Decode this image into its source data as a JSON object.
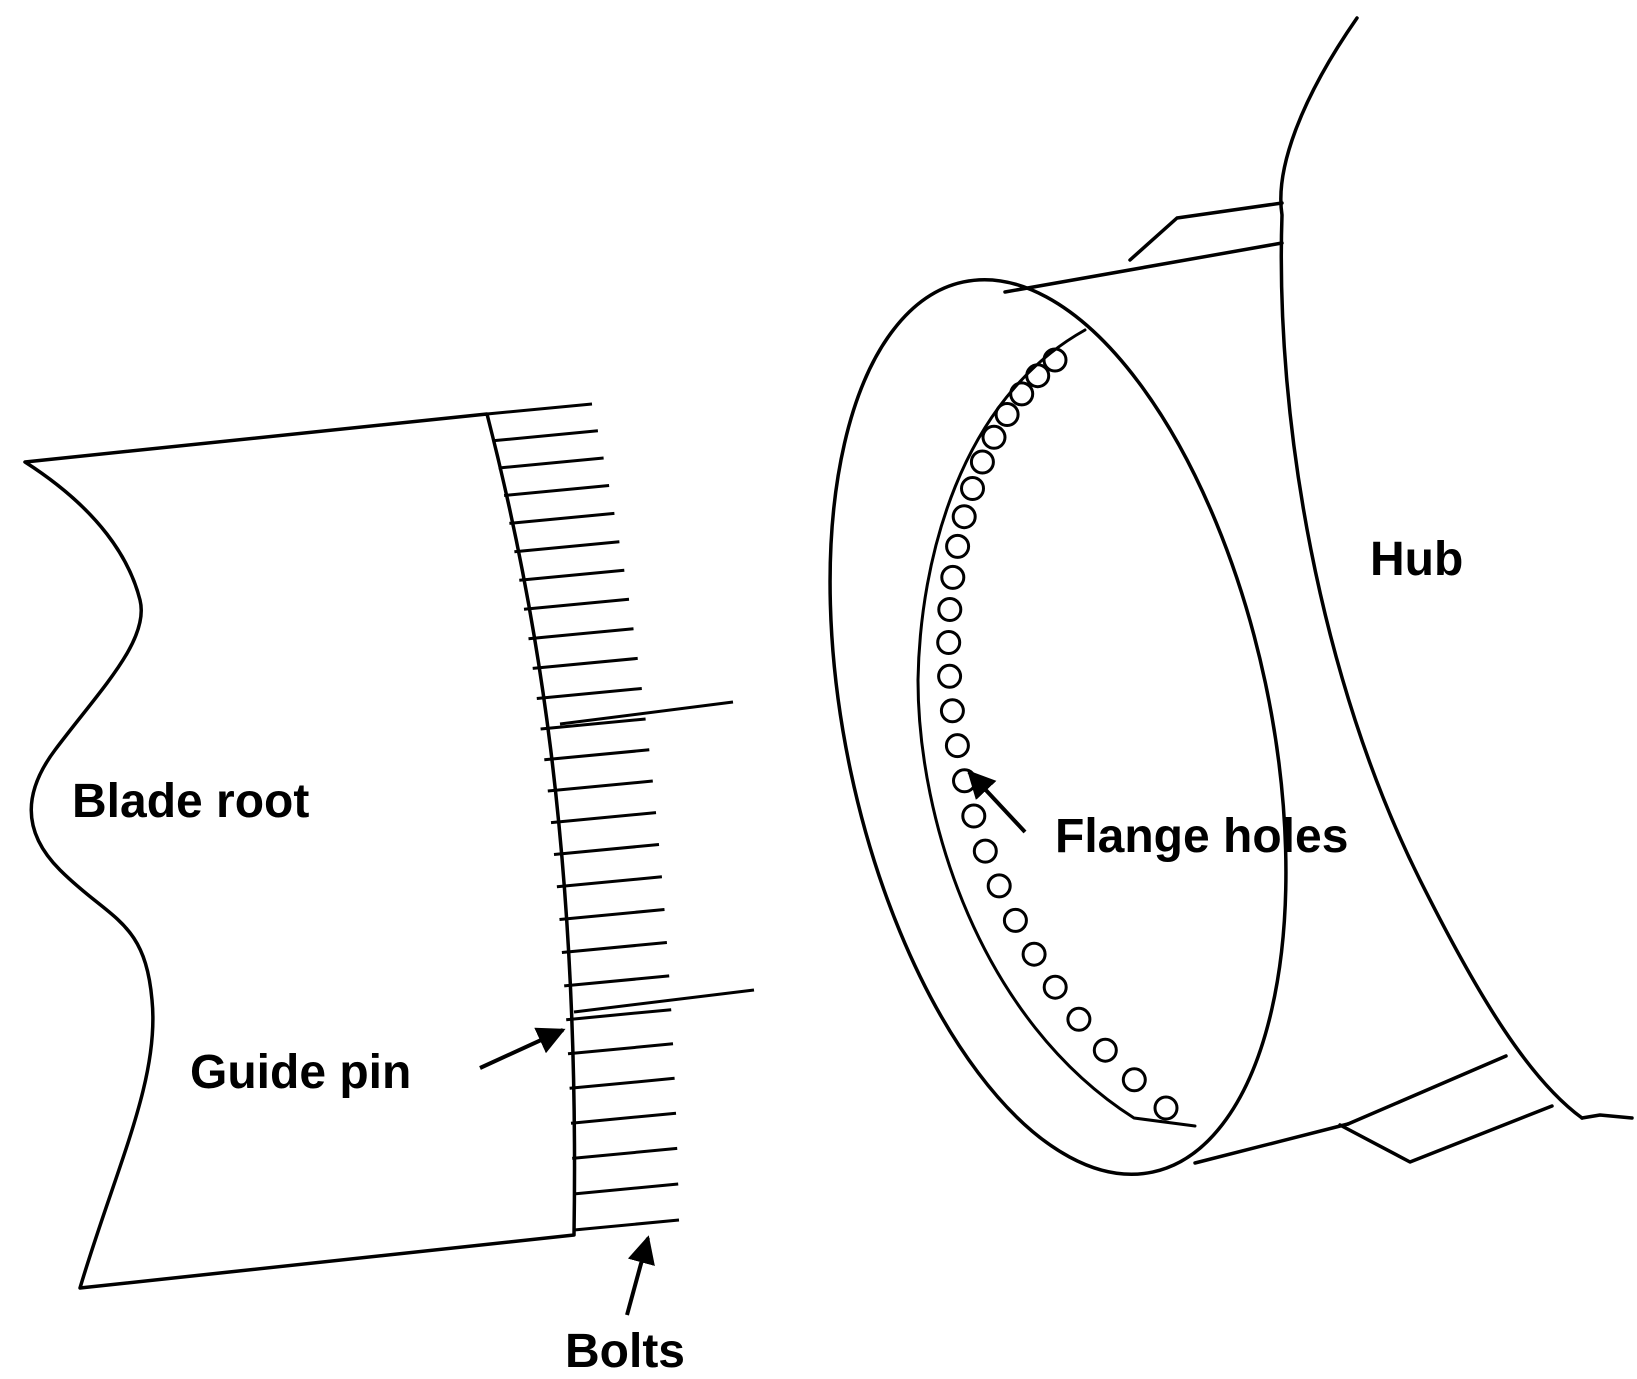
{
  "labels": {
    "blade_root": "Blade root",
    "guide_pin": "Guide pin",
    "bolts": "Bolts",
    "hub": "Hub",
    "flange_holes": "Flange holes"
  },
  "colors": {
    "line": "#000000",
    "background": "#ffffff"
  },
  "counts": {
    "bolts": 27,
    "guide_pins": 2,
    "flange_holes": 26
  }
}
